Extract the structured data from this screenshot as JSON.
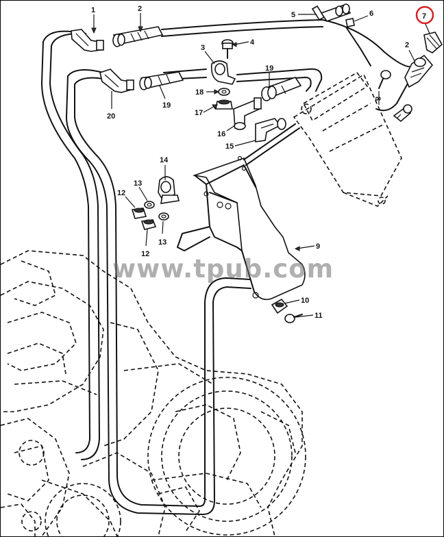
{
  "diagram": {
    "callouts": [
      "1",
      "2",
      "3",
      "4",
      "5",
      "6",
      "7",
      "8",
      "9",
      "10",
      "11",
      "12",
      "13",
      "14",
      "15",
      "16",
      "17",
      "18",
      "19",
      "20"
    ],
    "highlight_color": "#d62020",
    "watermark": "www.tpub.com"
  }
}
